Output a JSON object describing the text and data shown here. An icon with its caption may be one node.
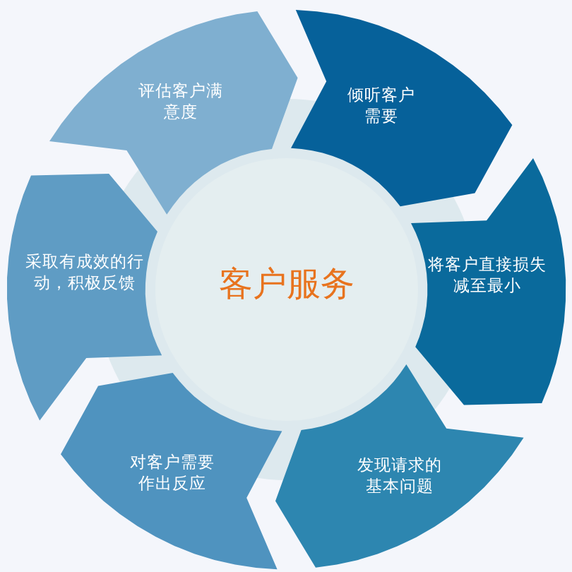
{
  "diagram": {
    "nodes": [
      {
        "text": [
          "客户服务"
        ]
      },
      {
        "text": [
          "倾听客户需要"
        ]
      },
      {
        "text": [
          "将客户直接损失减至最小"
        ]
      },
      {
        "text": [
          "发现请求的基本问题"
        ]
      },
      {
        "text": [
          "对客户需要作出反应"
        ]
      },
      {
        "text": [
          "采取有成效的行动，积极反馈"
        ]
      },
      {
        "text": [
          "评估客户满意度"
        ]
      }
    ]
  }
}
